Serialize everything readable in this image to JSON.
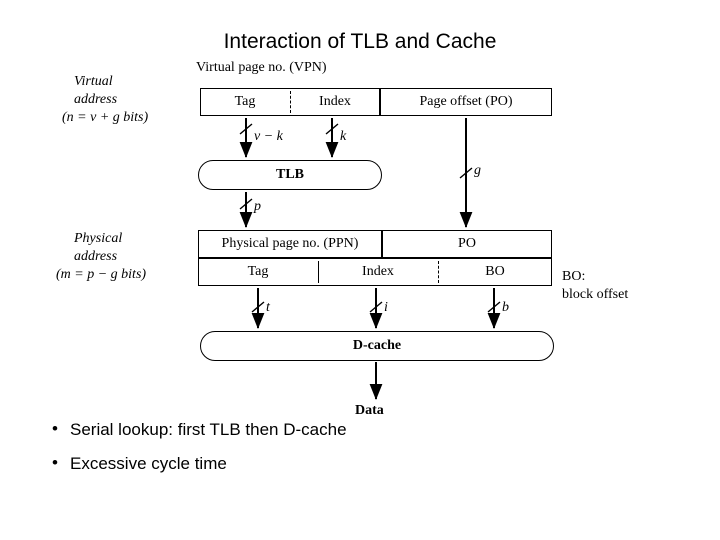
{
  "slide": {
    "title": "Interaction of TLB and Cache"
  },
  "diagram": {
    "labels": {
      "vpn": "Virtual page no. (VPN)",
      "virtual_address_line1": "Virtual",
      "virtual_address_line2": "address",
      "virtual_address_line3": "(n = v + g bits)",
      "physical_address_line1": "Physical",
      "physical_address_line2": "address",
      "physical_address_line3": "(m = p − g bits)",
      "bo_note_line1": "BO:",
      "bo_note_line2": "block offset",
      "data": "Data"
    },
    "boxes": {
      "tag_virtual": "Tag",
      "index_virtual": "Index",
      "page_offset": "Page offset (PO)",
      "tlb": "TLB",
      "ppn": "Physical page no. (PPN)",
      "po": "PO",
      "tag_physical": "Tag",
      "index_physical": "Index",
      "bo": "BO",
      "dcache": "D-cache"
    },
    "edge_labels": {
      "v_minus_k": "v − k",
      "k": "k",
      "g": "g",
      "p": "p",
      "t": "t",
      "i": "i",
      "b": "b"
    }
  },
  "bullets": [
    "Serial lookup: first TLB then D-cache",
    "Excessive cycle time"
  ]
}
